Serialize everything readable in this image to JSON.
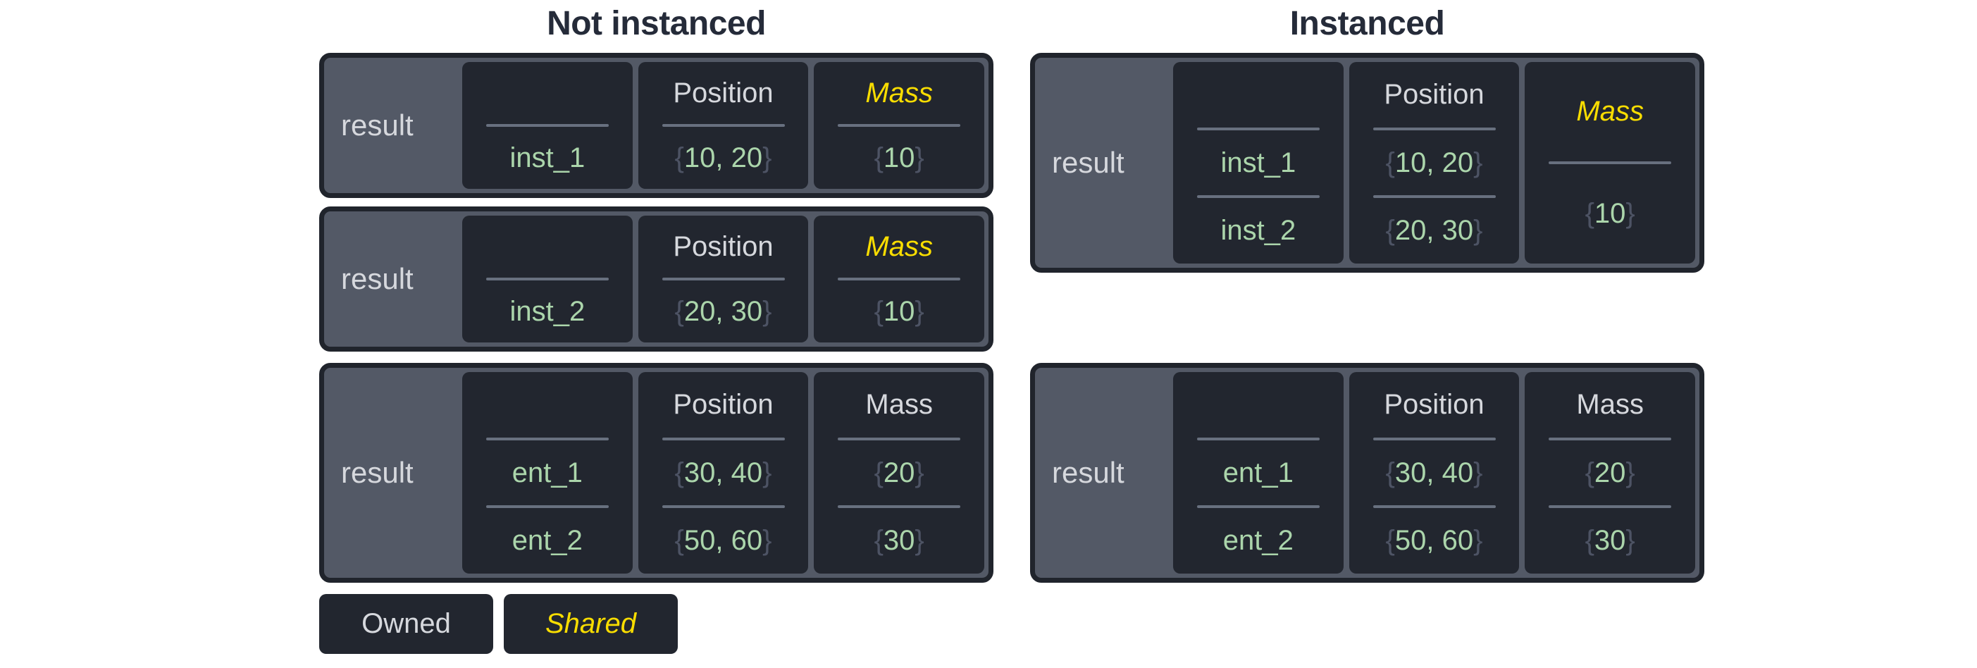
{
  "titles": {
    "not_instanced": "Not instanced",
    "instanced": "Instanced"
  },
  "boxes": {
    "ni_1": {
      "label": "result",
      "entity": {
        "header": "",
        "rows": [
          "inst_1"
        ]
      },
      "position": {
        "header": "Position",
        "rows": [
          "{10, 20}"
        ]
      },
      "mass": {
        "header": "Mass",
        "rows": [
          "{10}"
        ],
        "shared": true
      }
    },
    "ni_2": {
      "label": "result",
      "entity": {
        "header": "",
        "rows": [
          "inst_2"
        ]
      },
      "position": {
        "header": "Position",
        "rows": [
          "{20, 30}"
        ]
      },
      "mass": {
        "header": "Mass",
        "rows": [
          "{10}"
        ],
        "shared": true
      }
    },
    "ni_3": {
      "label": "result",
      "entity": {
        "header": "",
        "rows": [
          "ent_1",
          "ent_2"
        ]
      },
      "position": {
        "header": "Position",
        "rows": [
          "{30, 40}",
          "{50, 60}"
        ]
      },
      "mass": {
        "header": "Mass",
        "rows": [
          "{20}",
          "{30}"
        ],
        "shared": false
      }
    },
    "i_1": {
      "label": "result",
      "entity": {
        "header": "",
        "rows": [
          "inst_1",
          "inst_2"
        ]
      },
      "position": {
        "header": "Position",
        "rows": [
          "{10, 20}",
          "{20, 30}"
        ]
      },
      "mass": {
        "header": "Mass",
        "rows": [
          "{10}"
        ],
        "shared": true
      }
    },
    "i_2": {
      "label": "result",
      "entity": {
        "header": "",
        "rows": [
          "ent_1",
          "ent_2"
        ]
      },
      "position": {
        "header": "Position",
        "rows": [
          "{30, 40}",
          "{50, 60}"
        ]
      },
      "mass": {
        "header": "Mass",
        "rows": [
          "{20}",
          "{30}"
        ],
        "shared": false
      }
    }
  },
  "legend": {
    "owned": "Owned",
    "shared": "Shared"
  },
  "colors": {
    "shared_accent": "#f9dd00",
    "owned_text": "#d6d8dd",
    "value_green": "#abd5ab",
    "brace_gray": "#4d5364",
    "panel_fill": "#535966",
    "cell_fill": "#22262f",
    "border_dark": "#20242c",
    "title_text": "#252b39"
  }
}
